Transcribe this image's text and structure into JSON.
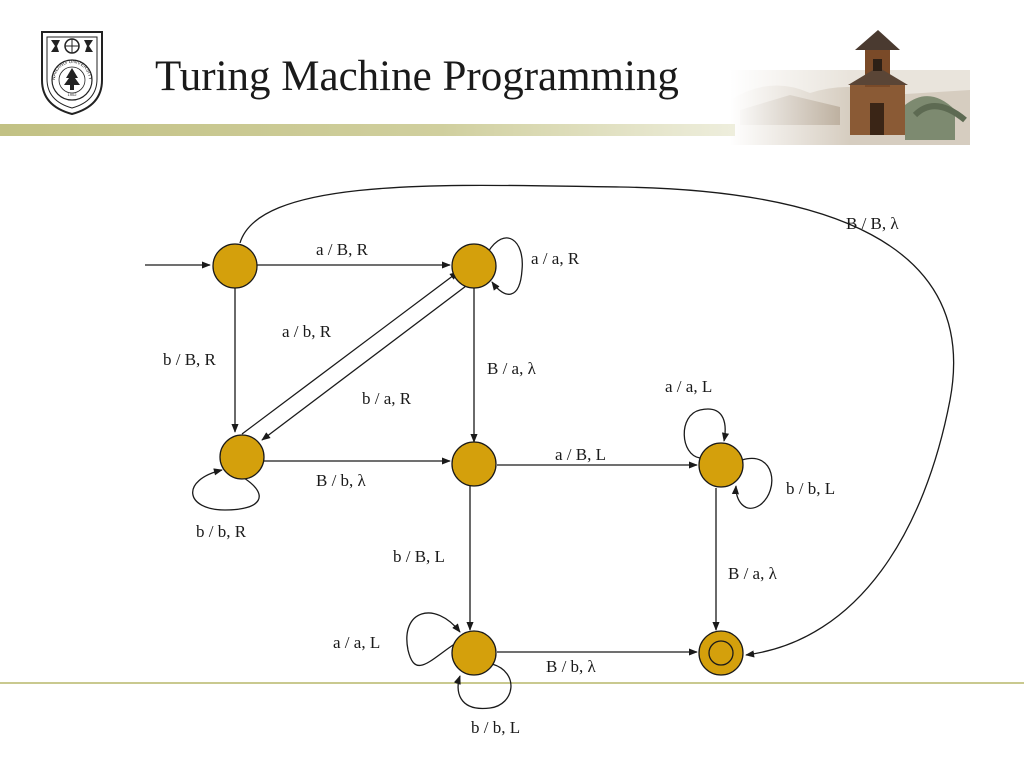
{
  "slide": {
    "title": "Turing Machine Programming",
    "logo_text": "NANJING UNIVERSITY",
    "logo_year": "1902"
  },
  "colors": {
    "state_fill": "#d4a00c",
    "state_stroke": "#1a1a1a",
    "rule": "#c9c98f"
  },
  "diagram": {
    "edge_labels": {
      "q0_q1": "a / B, R",
      "q1_loop": "a / a, R",
      "q0_q3": "b / B, R",
      "q3_q1": "a / b, R",
      "q1_q3": "b / a, R",
      "q1_q2": "B / a, λ",
      "q3_loop": "b / b, R",
      "q3_q2": "B / b, λ",
      "q2_q4": "a / B, L",
      "q4_loop_a": "a / a, L",
      "q4_loop_b": "b / b, L",
      "q4_qf": "B / a, λ",
      "q2_q5": "b / B, L",
      "q5_loop_a": "a / a, L",
      "q5_loop_b": "b / b, L",
      "q5_qf": "B / b, λ",
      "q0_qf": "B / B, λ"
    }
  }
}
